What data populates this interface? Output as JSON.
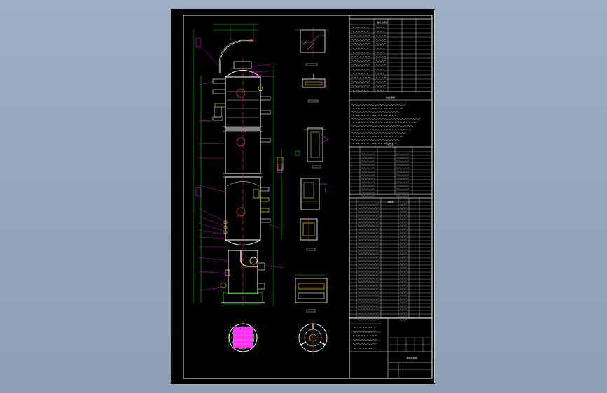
{
  "colors": {
    "background": "#97a7bc",
    "sheet": "#000000",
    "frame": "#ffffff",
    "vessel": "#ffffff",
    "center_line": "#ff3030",
    "dimension": "#00ff00",
    "leader": "#ff00ff",
    "nozzle": "#ffff00",
    "hatch": "#ff40ff",
    "pipe": "#ffd080"
  },
  "icons": {
    "tower_view": "column-vessel-drawing",
    "section_views": "detail-section-drawings",
    "table_block": "data-and-parts-tables"
  },
  "tables": {
    "design_data": {
      "title": "设计数据表"
    },
    "technical_requirements": {
      "title": "技术要求"
    },
    "nozzle_table": {
      "title": "管口表"
    },
    "parts_list": {
      "title": "明细表"
    },
    "title_block": {
      "drawing_title": "塔体总装图"
    }
  }
}
